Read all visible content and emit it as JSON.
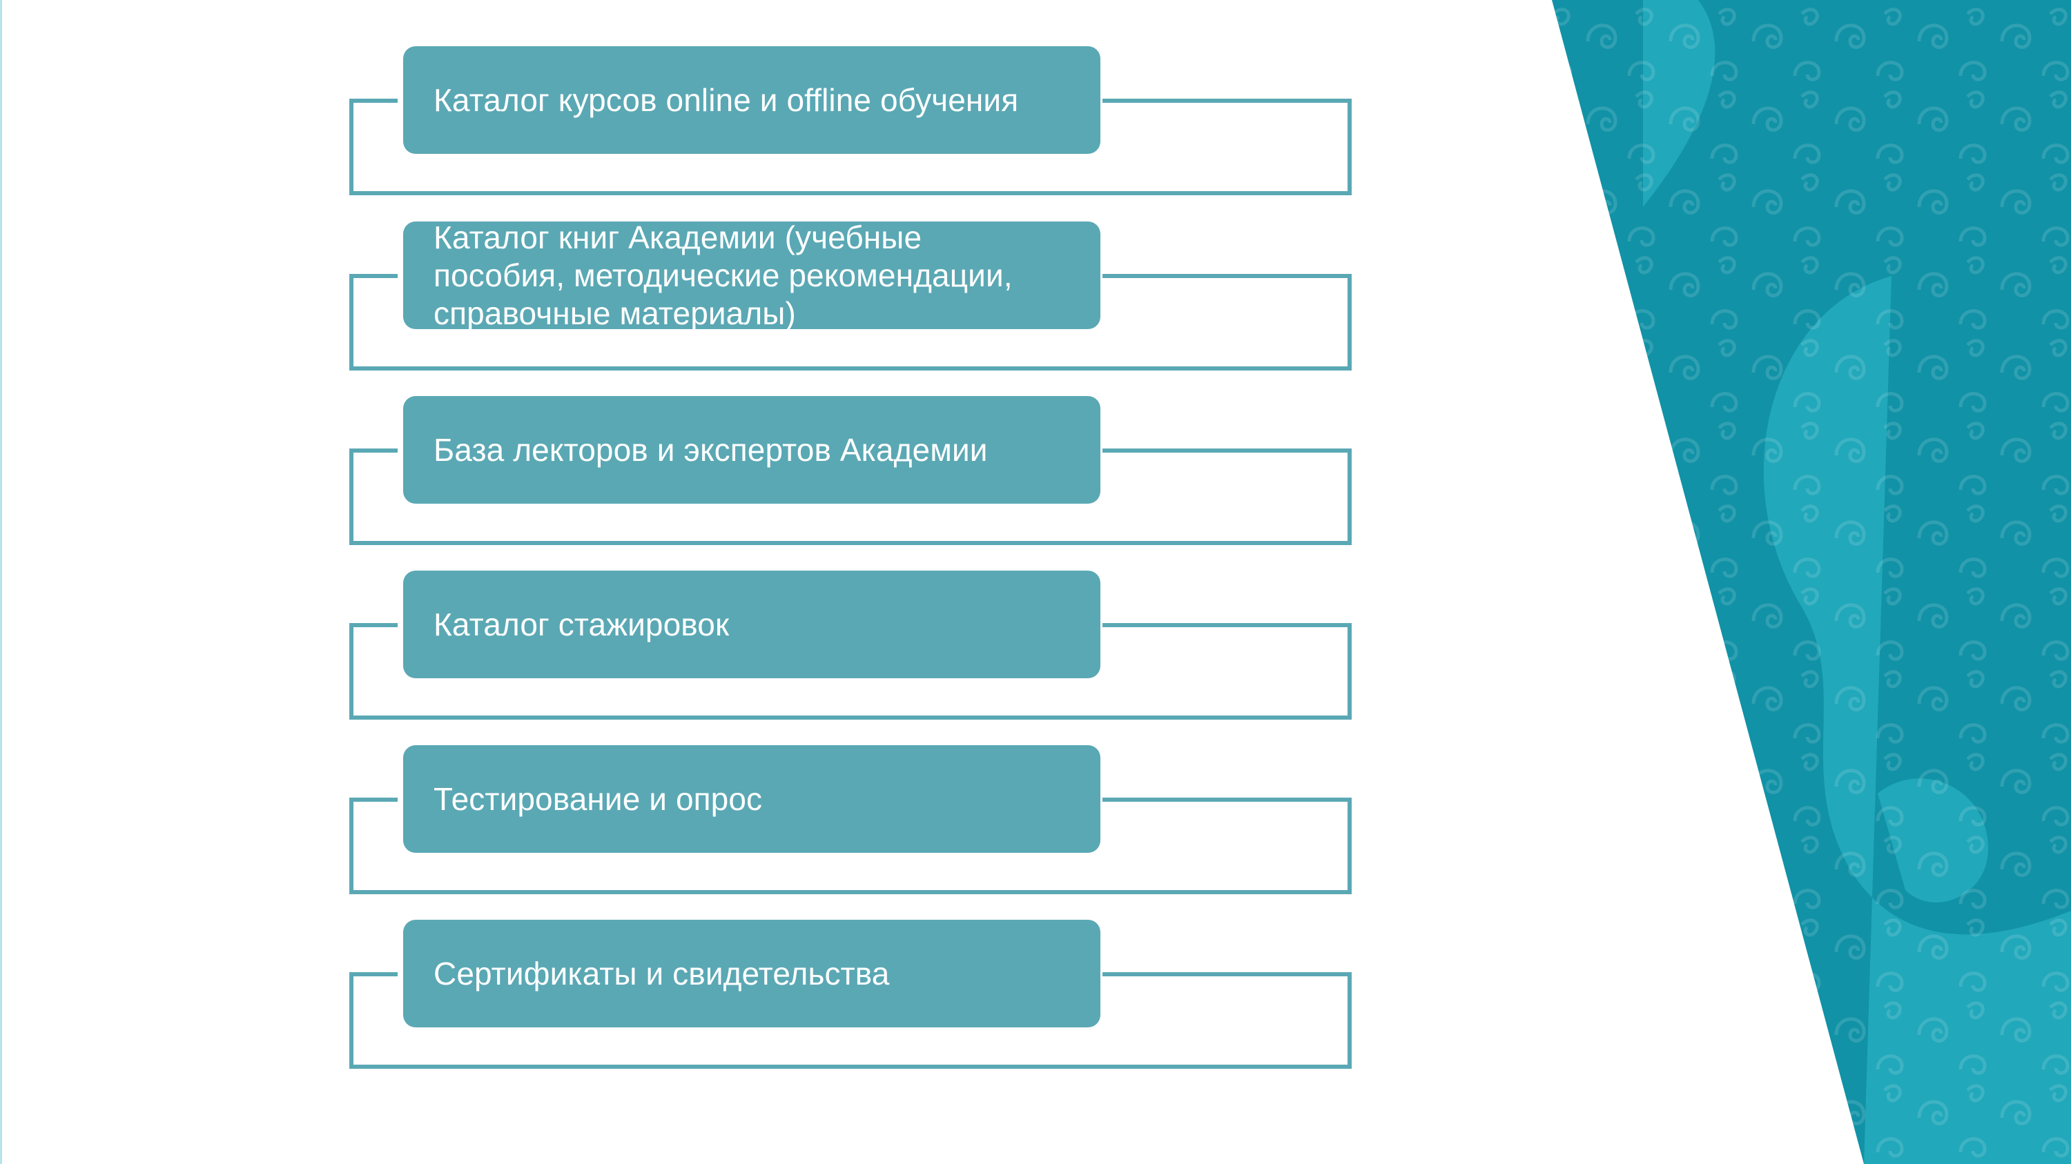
{
  "colors": {
    "accent": "#5aa8b4",
    "bracket": "#5aa8b4",
    "text": "#ffffff",
    "decor_dark": "#1192a6",
    "decor_light": "#2bb4c4",
    "left_accent": "#b9e3ea"
  },
  "items": [
    {
      "label": "Каталог курсов online и offline обучения"
    },
    {
      "label": "Каталог книг Академии (учебные\nпособия, методические рекомендации,\nсправочные материалы)"
    },
    {
      "label": "База лекторов и экспертов Академии"
    },
    {
      "label": "Каталог стажировок"
    },
    {
      "label": "Тестирование и опрос"
    },
    {
      "label": "Сертификаты и свидетельства"
    }
  ]
}
